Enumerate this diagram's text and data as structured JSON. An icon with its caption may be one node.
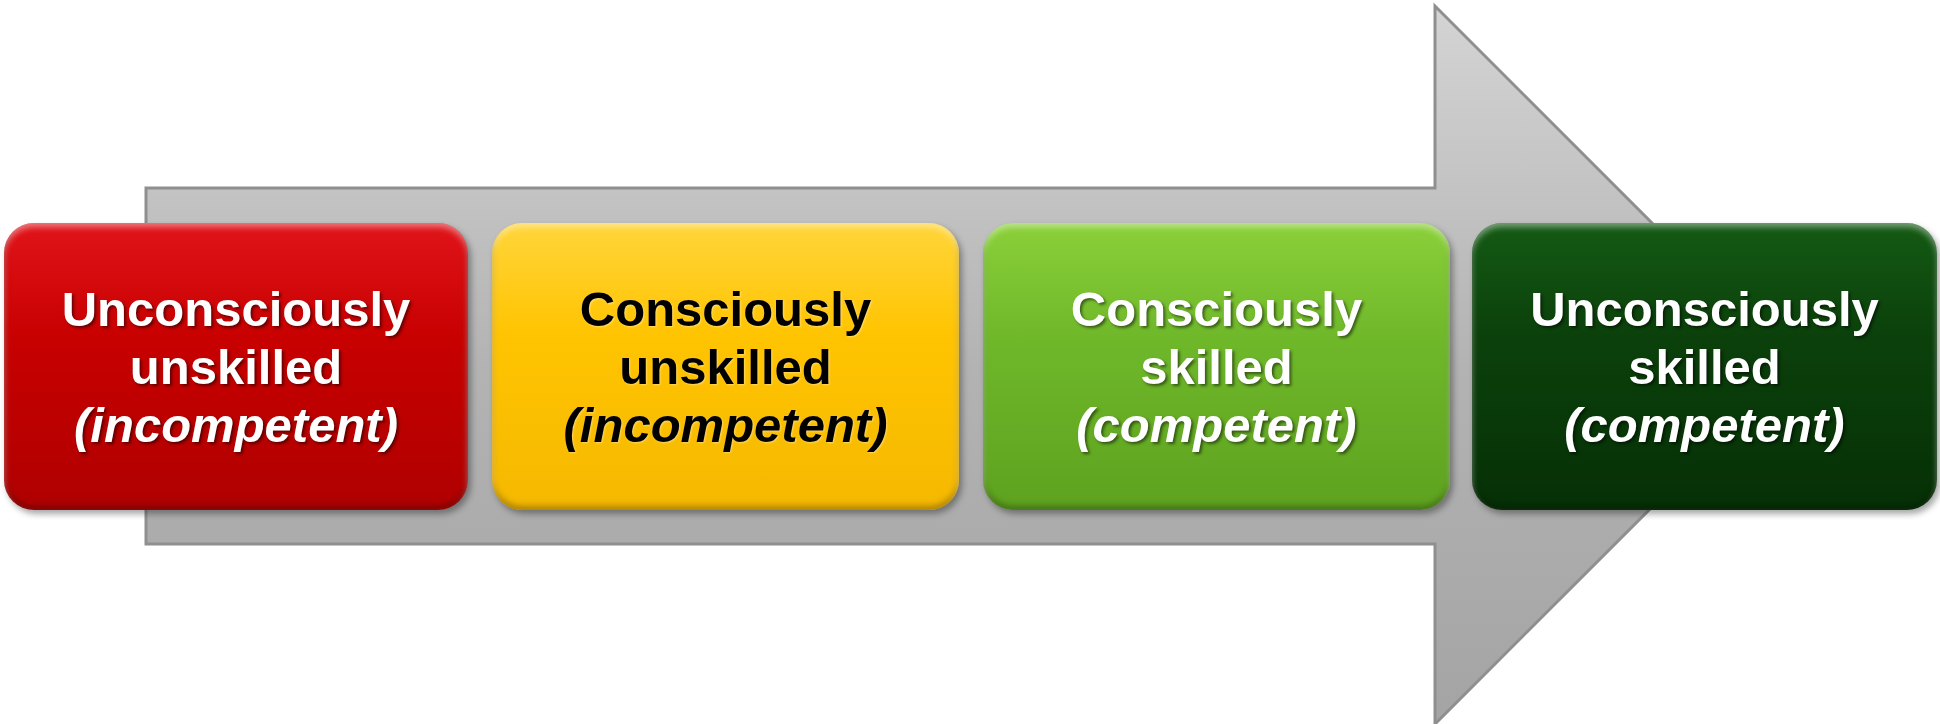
{
  "diagram": {
    "nodes": [
      {
        "text": [
          "Unconsciously unskilled",
          "(incompetent)"
        ]
      },
      {
        "text": [
          "Consciously unskilled",
          "(incompetent)"
        ]
      },
      {
        "text": [
          "Consciously skilled",
          "(competent)"
        ]
      },
      {
        "text": [
          "Unconsciously skilled",
          "(competent)"
        ]
      }
    ],
    "edges": [
      {
        "from": 0,
        "to": 3,
        "arrow": "to"
      }
    ]
  }
}
